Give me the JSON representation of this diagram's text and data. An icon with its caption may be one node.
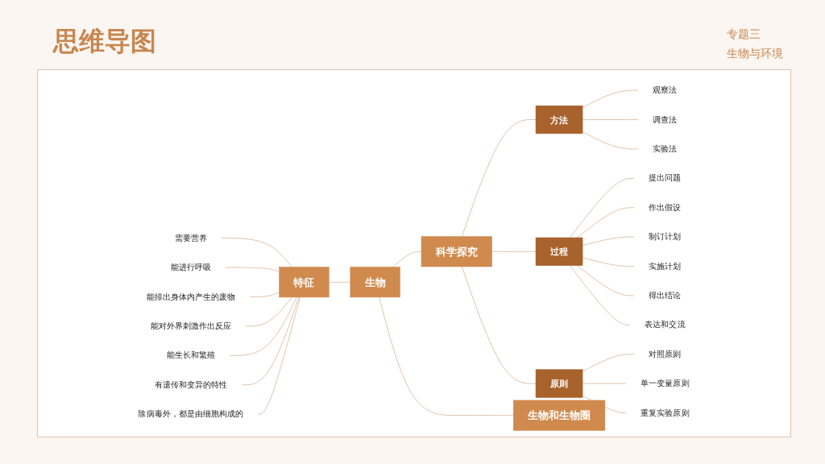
{
  "diagram": {
    "title": "思维导图",
    "nodes": [
      {
        "text": [
          "生物"
        ]
      },
      {
        "text": [
          "特征"
        ]
      },
      {
        "text": [
          "需要营养"
        ]
      },
      {
        "text": [
          "能进行呼吸"
        ]
      },
      {
        "text": [
          "能排出身体内产生的废物"
        ]
      },
      {
        "text": [
          "能对外界刺激作出反应"
        ]
      },
      {
        "text": [
          "能生长和繁殖"
        ]
      },
      {
        "text": [
          "有遗传和变异的特性"
        ]
      },
      {
        "text": [
          "除病毒外，都是由细胞构成的"
        ]
      },
      {
        "text": [
          "科学探究"
        ]
      },
      {
        "text": [
          "方法"
        ]
      },
      {
        "text": [
          "观察法"
        ]
      },
      {
        "text": [
          "调查法"
        ]
      },
      {
        "text": [
          "实验法"
        ]
      },
      {
        "text": [
          "过程"
        ]
      },
      {
        "text": [
          "提出问题"
        ]
      },
      {
        "text": [
          "作出假设"
        ]
      },
      {
        "text": [
          "制订计划"
        ]
      },
      {
        "text": [
          "实施计划"
        ]
      },
      {
        "text": [
          "得出结论"
        ]
      },
      {
        "text": [
          "表达和交流"
        ]
      },
      {
        "text": [
          "原则"
        ]
      },
      {
        "text": [
          "对照原则"
        ]
      },
      {
        "text": [
          "单一变量原则"
        ]
      },
      {
        "text": [
          "重复实验原则"
        ]
      },
      {
        "text": [
          "生物和生物圈"
        ]
      }
    ],
    "edges": [
      {
        "from": 2,
        "to": 1,
        "arrow": "none"
      },
      {
        "from": 3,
        "to": 1,
        "arrow": "none"
      },
      {
        "from": 4,
        "to": 1,
        "arrow": "none"
      },
      {
        "from": 5,
        "to": 1,
        "arrow": "none"
      },
      {
        "from": 6,
        "to": 1,
        "arrow": "none"
      },
      {
        "from": 7,
        "to": 1,
        "arrow": "none"
      },
      {
        "from": 8,
        "to": 1,
        "arrow": "none"
      },
      {
        "from": 1,
        "to": 0,
        "arrow": "none"
      },
      {
        "from": 0,
        "to": 9,
        "arrow": "none"
      },
      {
        "from": 9,
        "to": 10,
        "arrow": "none"
      },
      {
        "from": 9,
        "to": 14,
        "arrow": "none"
      },
      {
        "from": 9,
        "to": 21,
        "arrow": "none"
      },
      {
        "from": 10,
        "to": 11,
        "arrow": "none"
      },
      {
        "from": 10,
        "to": 12,
        "arrow": "none"
      },
      {
        "from": 10,
        "to": 13,
        "arrow": "none"
      },
      {
        "from": 14,
        "to": 15,
        "arrow": "none"
      },
      {
        "from": 14,
        "to": 16,
        "arrow": "none"
      },
      {
        "from": 14,
        "to": 17,
        "arrow": "none"
      },
      {
        "from": 14,
        "to": 18,
        "arrow": "none"
      },
      {
        "from": 14,
        "to": 19,
        "arrow": "none"
      },
      {
        "from": 14,
        "to": 20,
        "arrow": "none"
      },
      {
        "from": 21,
        "to": 22,
        "arrow": "none"
      },
      {
        "from": 21,
        "to": 23,
        "arrow": "none"
      },
      {
        "from": 21,
        "to": 24,
        "arrow": "none"
      },
      {
        "from": 0,
        "to": 25,
        "arrow": "none"
      }
    ],
    "labels": [
      "专题三",
      "生物与环境"
    ]
  }
}
